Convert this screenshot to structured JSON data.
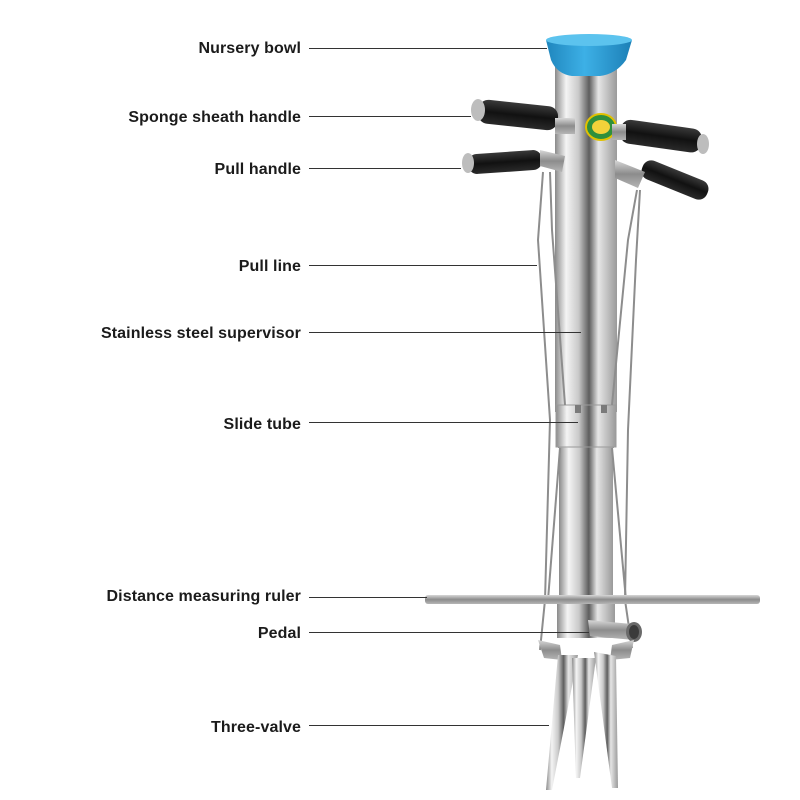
{
  "labels": {
    "nursery_bowl": "Nursery bowl",
    "sponge_sheath_handle": "Sponge sheath handle",
    "pull_handle": "Pull handle",
    "pull_line": "Pull line",
    "stainless_steel_supervisor": "Stainless steel supervisor",
    "slide_tube": "Slide tube",
    "distance_measuring_ruler": "Distance measuring ruler",
    "pedal": "Pedal",
    "three_valve": "Three-valve"
  },
  "colors": {
    "bowl": "#2f9fd6",
    "steel_light": "#eeeeee",
    "steel_dark": "#6f6f6f",
    "grip": "#1a1a1a",
    "label_text": "#1b1b1b",
    "leader_line": "#333333"
  }
}
